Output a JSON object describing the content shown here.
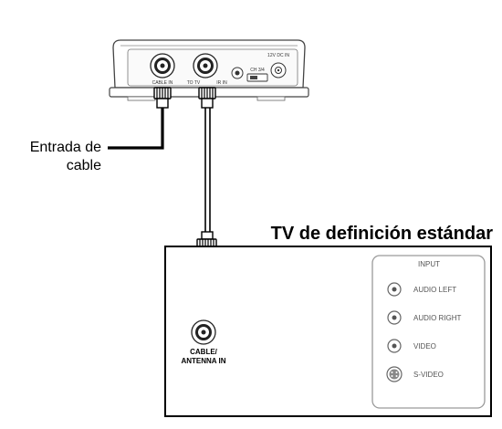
{
  "cable_box": {
    "port_cable_in": "CABLE IN",
    "port_to_tv": "TO TV",
    "port_ir_in": "IR IN",
    "switch_label": "CH 3/4",
    "power_label": "12V DC IN"
  },
  "cable_input_label": {
    "line1": "Entrada de",
    "line2": "cable"
  },
  "tv": {
    "title": "TV de definición estándar",
    "antenna_port_line1": "CABLE/",
    "antenna_port_line2": "ANTENNA IN",
    "input_panel": {
      "heading": "INPUT",
      "jacks": [
        {
          "label": "AUDIO LEFT",
          "icon": "rca-jack-icon"
        },
        {
          "label": "AUDIO RIGHT",
          "icon": "rca-jack-icon"
        },
        {
          "label": "VIDEO",
          "icon": "rca-jack-icon"
        },
        {
          "label": "S-VIDEO",
          "icon": "s-video-jack-icon"
        }
      ]
    }
  },
  "colors": {
    "line": "#000000",
    "device_outline": "#444444",
    "panel_outline": "#9a9a9a"
  }
}
